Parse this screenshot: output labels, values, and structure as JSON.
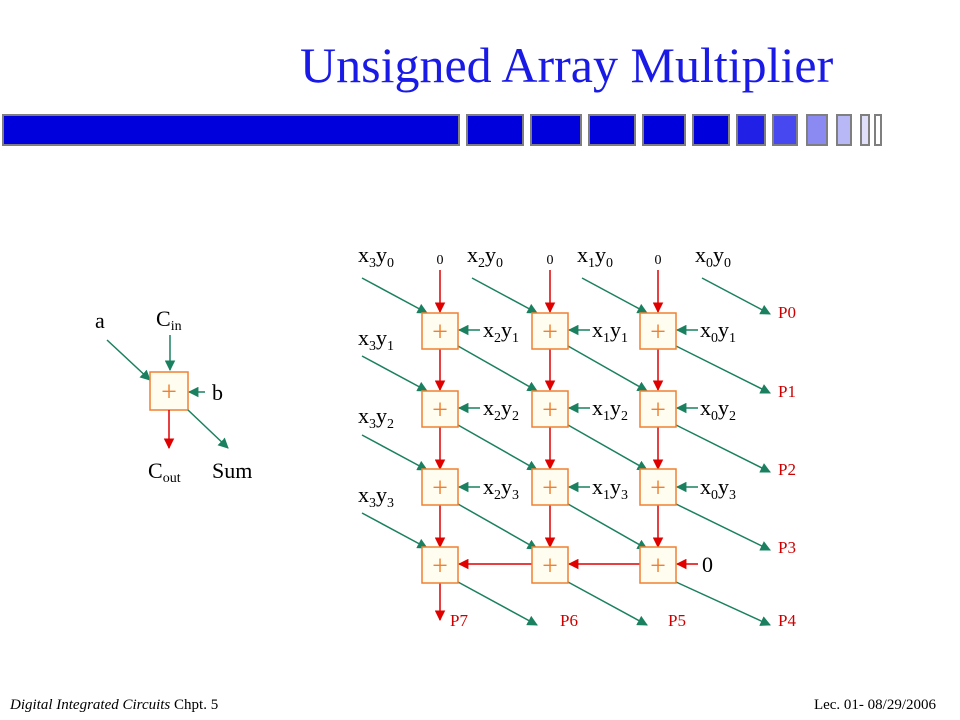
{
  "slide": {
    "title": "Unsigned Array Multiplier",
    "footer_left_italic": "Digital Integrated Circuits",
    "footer_left_plain": " Chpt. 5",
    "footer_right": "Lec. 01- 08/29/2006"
  },
  "colors": {
    "title": "#1a1ae6",
    "adder_border": "#f08030",
    "adder_fill": "#fffdf0",
    "arrow_red": "#e00000",
    "arrow_green": "#1a8060",
    "output_label": "#cc0000"
  },
  "legend": {
    "a": "a",
    "cin_base": "C",
    "cin_sub": "in",
    "b": "b",
    "cout_base": "C",
    "cout_sub": "out",
    "sum": "Sum",
    "adder_symbol": "+"
  },
  "array": {
    "adder_symbol": "+",
    "top_terms": [
      {
        "x": "x",
        "xi": "3",
        "y": "y",
        "yi": "0"
      },
      {
        "x": "x",
        "xi": "2",
        "y": "y",
        "yi": "0"
      },
      {
        "x": "x",
        "xi": "1",
        "y": "y",
        "yi": "0"
      },
      {
        "x": "x",
        "xi": "0",
        "y": "y",
        "yi": "0"
      }
    ],
    "zeros_top": [
      "0",
      "0",
      "0"
    ],
    "left_terms": [
      {
        "x": "x",
        "xi": "3",
        "y": "y",
        "yi": "1"
      },
      {
        "x": "x",
        "xi": "3",
        "y": "y",
        "yi": "2"
      },
      {
        "x": "x",
        "xi": "3",
        "y": "y",
        "yi": "3"
      }
    ],
    "inner_terms": [
      [
        {
          "x": "x",
          "xi": "2",
          "y": "y",
          "yi": "1"
        },
        {
          "x": "x",
          "xi": "1",
          "y": "y",
          "yi": "1"
        },
        {
          "x": "x",
          "xi": "0",
          "y": "y",
          "yi": "1"
        }
      ],
      [
        {
          "x": "x",
          "xi": "2",
          "y": "y",
          "yi": "2"
        },
        {
          "x": "x",
          "xi": "1",
          "y": "y",
          "yi": "2"
        },
        {
          "x": "x",
          "xi": "0",
          "y": "y",
          "yi": "2"
        }
      ],
      [
        {
          "x": "x",
          "xi": "2",
          "y": "y",
          "yi": "3"
        },
        {
          "x": "x",
          "xi": "1",
          "y": "y",
          "yi": "3"
        },
        {
          "x": "x",
          "xi": "0",
          "y": "y",
          "yi": "3"
        }
      ]
    ],
    "zero_right": "0",
    "right_outputs": [
      "P0",
      "P1",
      "P2",
      "P3"
    ],
    "bottom_outputs": [
      "P7",
      "P6",
      "P5",
      "P4"
    ]
  }
}
